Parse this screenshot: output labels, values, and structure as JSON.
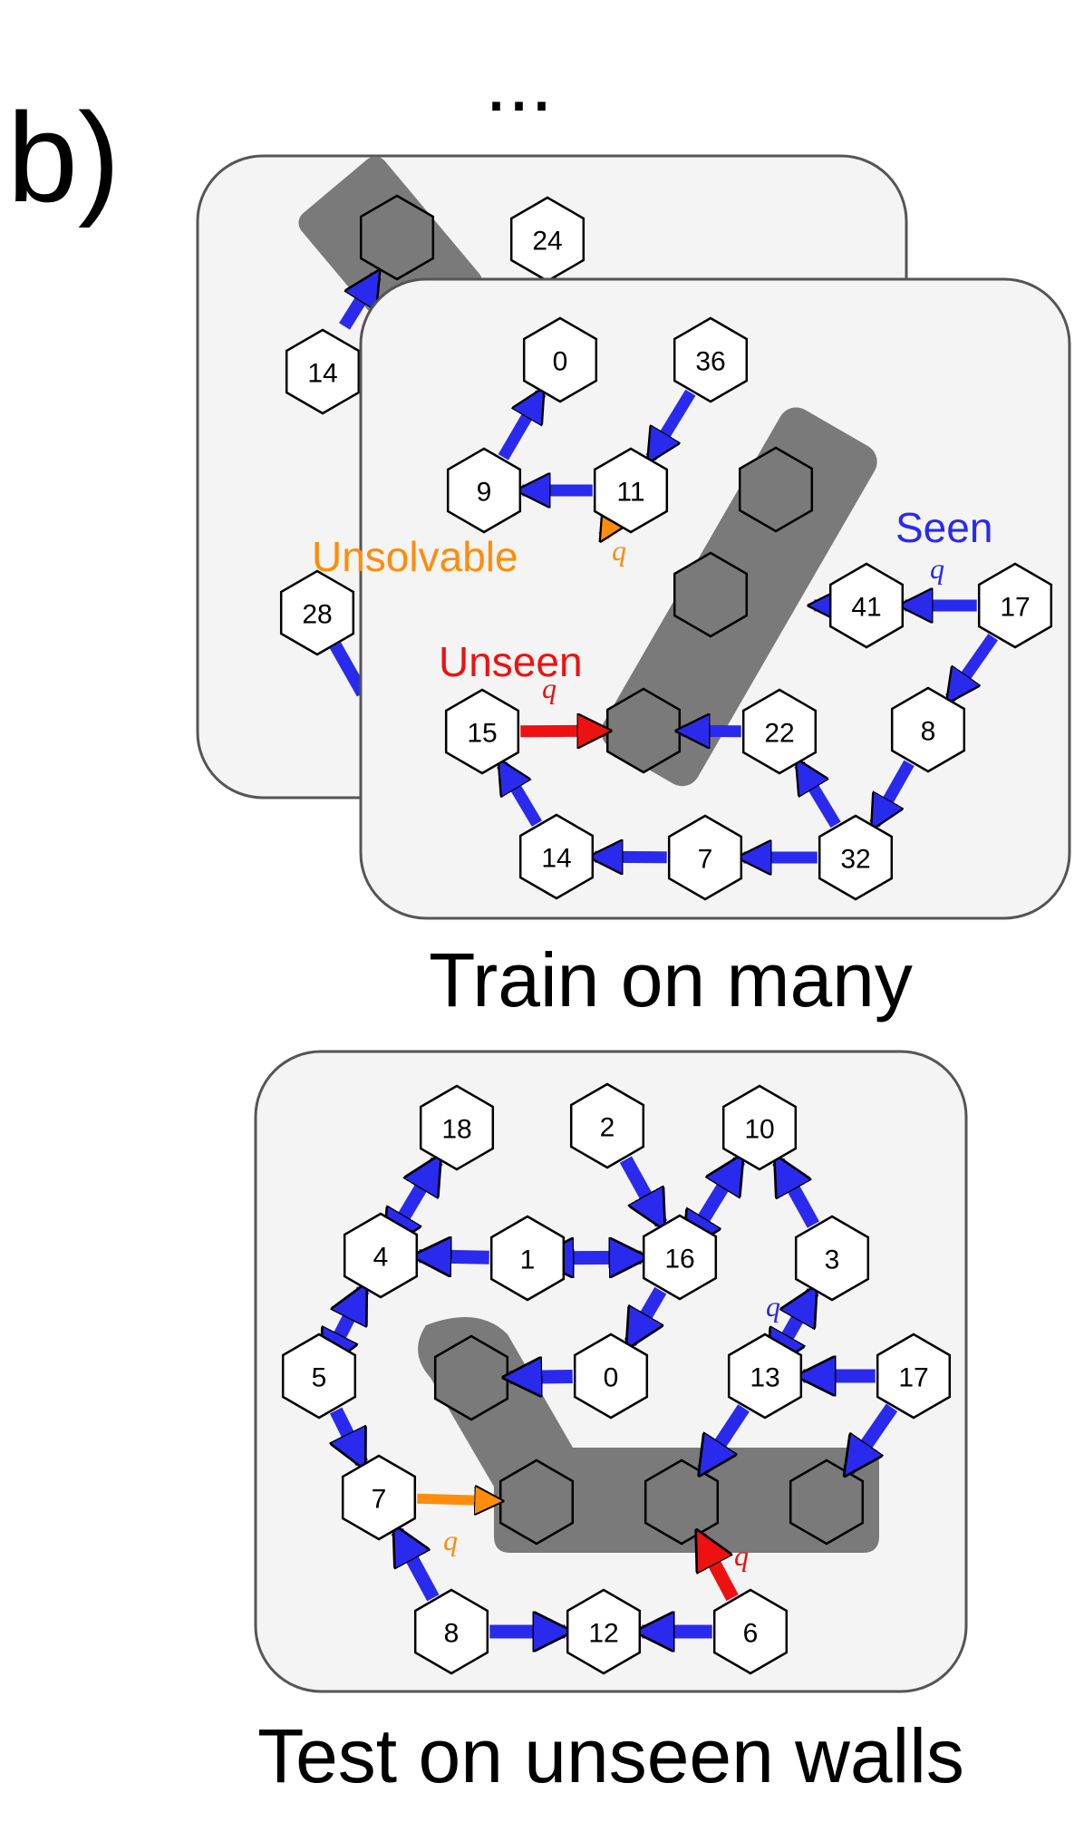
{
  "panel_label": "b)",
  "ellipsis": "...",
  "train_caption": "Train on many",
  "test_caption": "Test on unseen walls",
  "labels": {
    "seen": "Seen",
    "unseen": "Unseen",
    "unsolvable": "Unsolvable",
    "q": "q"
  },
  "colors": {
    "seen": "#2a2aee",
    "unseen": "#ee1111",
    "unsolvable": "#ff8c0a",
    "wall": "#7a7a7a",
    "panel_bg": "#f4f4f4"
  },
  "back_card_nodes": [
    "24",
    "14",
    "28"
  ],
  "train_nodes": [
    "0",
    "36",
    "9",
    "11",
    "41",
    "17",
    "15",
    "22",
    "8",
    "14",
    "7",
    "32"
  ],
  "test_nodes": [
    "18",
    "2",
    "10",
    "4",
    "1",
    "16",
    "3",
    "5",
    "0",
    "13",
    "17",
    "7",
    "8",
    "12",
    "6"
  ]
}
